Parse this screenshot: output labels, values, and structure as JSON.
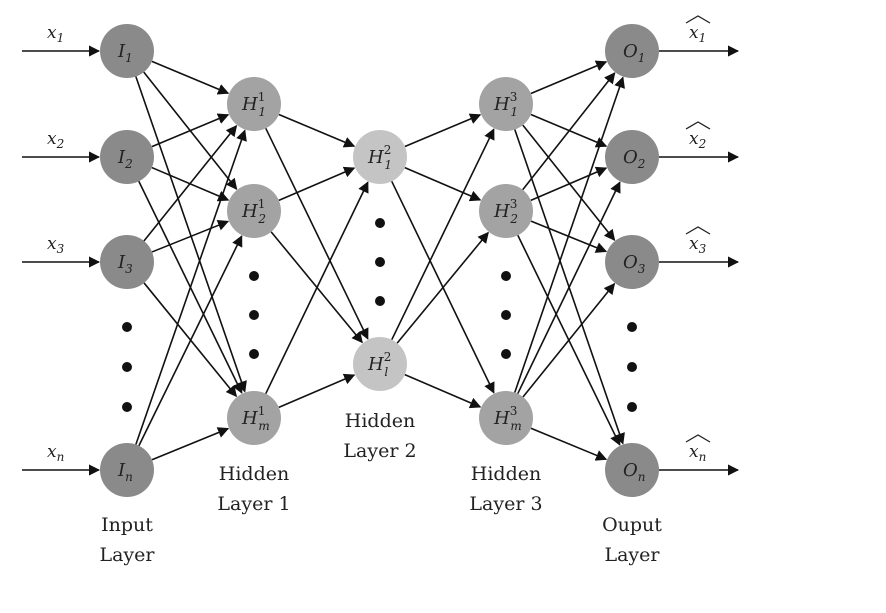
{
  "inputs": [
    {
      "label": "x",
      "sub": "1"
    },
    {
      "label": "x",
      "sub": "2"
    },
    {
      "label": "x",
      "sub": "3"
    },
    {
      "label": "x",
      "sub": "n"
    }
  ],
  "outputs": [
    {
      "label": "x",
      "sub": "1"
    },
    {
      "label": "x",
      "sub": "2"
    },
    {
      "label": "x",
      "sub": "3"
    },
    {
      "label": "x",
      "sub": "n"
    }
  ],
  "layers": [
    {
      "id": "input",
      "caption": [
        "Input",
        "Layer"
      ],
      "color": "#8a8a8a",
      "nodes": [
        {
          "base": "I",
          "sub": "1",
          "sup": ""
        },
        {
          "base": "I",
          "sub": "2",
          "sup": ""
        },
        {
          "base": "I",
          "sub": "3",
          "sup": ""
        },
        {
          "base": "I",
          "sub": "n",
          "sup": ""
        }
      ]
    },
    {
      "id": "hidden1",
      "caption": [
        "Hidden",
        "Layer 1"
      ],
      "color": "#a3a3a3",
      "nodes": [
        {
          "base": "H",
          "sub": "1",
          "sup": "1"
        },
        {
          "base": "H",
          "sub": "2",
          "sup": "1"
        },
        {
          "base": "H",
          "sub": "m",
          "sup": "1"
        }
      ]
    },
    {
      "id": "hidden2",
      "caption": [
        "Hidden",
        "Layer 2"
      ],
      "color": "#c4c4c4",
      "nodes": [
        {
          "base": "H",
          "sub": "1",
          "sup": "2"
        },
        {
          "base": "H",
          "sub": "l",
          "sup": "2"
        }
      ]
    },
    {
      "id": "hidden3",
      "caption": [
        "Hidden",
        "Layer 3"
      ],
      "color": "#a3a3a3",
      "nodes": [
        {
          "base": "H",
          "sub": "1",
          "sup": "3"
        },
        {
          "base": "H",
          "sub": "2",
          "sup": "3"
        },
        {
          "base": "H",
          "sub": "m",
          "sup": "3"
        }
      ]
    },
    {
      "id": "output",
      "caption": [
        "Ouput",
        "Layer"
      ],
      "color": "#8a8a8a",
      "nodes": [
        {
          "base": "O",
          "sub": "1",
          "sup": ""
        },
        {
          "base": "O",
          "sub": "2",
          "sup": ""
        },
        {
          "base": "O",
          "sub": "3",
          "sup": ""
        },
        {
          "base": "O",
          "sub": "n",
          "sup": ""
        }
      ]
    }
  ]
}
